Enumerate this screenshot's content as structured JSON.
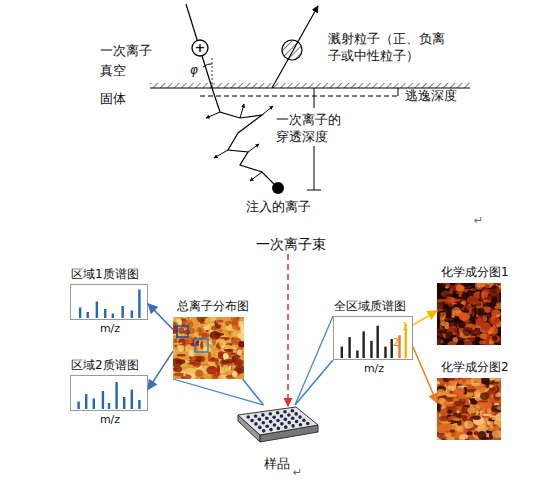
{
  "diagram": {
    "nodes": [
      {
        "text": [
          "+"
        ]
      },
      {
        "text": [
          "区域1质谱图",
          "m/z"
        ]
      },
      {
        "text": [
          "总离子分布图"
        ]
      },
      {
        "text": [
          "全区域质谱图",
          "m/z"
        ]
      },
      {
        "text": [
          "化学成分图1"
        ]
      },
      {
        "text": [
          "区域2质谱图",
          "m/z"
        ]
      },
      {
        "text": [
          "化学成分图2"
        ]
      },
      {
        "text": [
          "样品"
        ]
      }
    ],
    "edges": [
      {
        "from": 2,
        "to": 1,
        "arrow": "to"
      },
      {
        "from": 2,
        "to": 5,
        "arrow": "to"
      },
      {
        "from": 7,
        "to": 2,
        "arrow": "none"
      },
      {
        "from": 7,
        "to": 3,
        "arrow": "none"
      },
      {
        "from": 3,
        "to": 4,
        "arrow": "to"
      },
      {
        "from": 3,
        "to": 6,
        "arrow": "to"
      }
    ],
    "labels": [
      "一次离子",
      "真空",
      "固体",
      "φ",
      "溅射粒子（正、负离子或中性粒子）",
      "逃逸深度",
      "一次离子的穿透深度",
      "注入的离子",
      "↵",
      "一次离子束",
      "1",
      "2",
      "↵"
    ]
  }
}
